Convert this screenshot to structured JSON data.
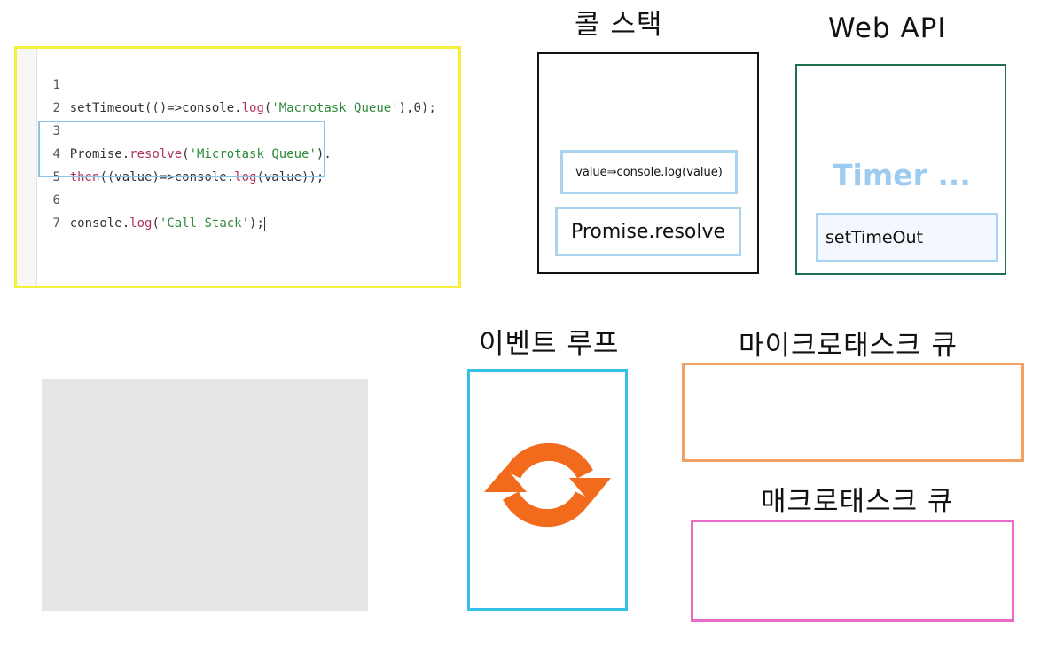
{
  "code_editor": {
    "lines": [
      {
        "n": "1",
        "text": ""
      },
      {
        "n": "2",
        "text": "setTimeout(()=>console.log('Macrotask Queue'),0);"
      },
      {
        "n": "3",
        "text": ""
      },
      {
        "n": "4",
        "text": "Promise.resolve('Microtask Queue')."
      },
      {
        "n": "5",
        "text": "then((value)=>console.log(value));"
      },
      {
        "n": "6",
        "text": ""
      },
      {
        "n": "7",
        "text": "console.log('Call Stack');"
      }
    ]
  },
  "call_stack": {
    "title": "콜 스택",
    "frames": [
      "value⇒console.log(value)",
      "Promise.resolve"
    ]
  },
  "web_api": {
    "title": "Web API",
    "timer_label": "Timer ...",
    "item": "setTimeOut"
  },
  "event_loop": {
    "title": "이벤트 루프",
    "icon": "refresh-cycle-icon",
    "color": "#f26b1d"
  },
  "microtask_queue": {
    "title": "마이크로태스크 큐"
  },
  "macrotask_queue": {
    "title": "매크로태스크 큐"
  },
  "colors": {
    "editor_border": "#f5ef3c",
    "call_stack_border": "#111111",
    "web_api_border": "#1f6e4c",
    "event_loop_border": "#35c0e6",
    "microtask_border": "#f3a064",
    "macrotask_border": "#e96ac8",
    "frame_border": "#a9d3ef"
  }
}
